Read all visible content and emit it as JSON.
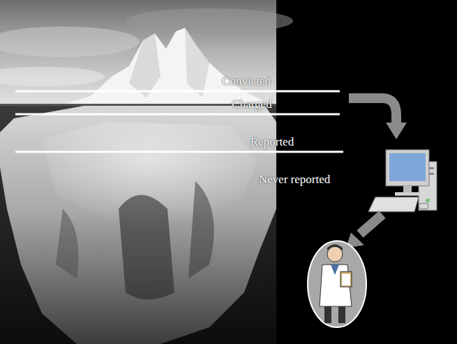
{
  "diagram": {
    "labels": [
      "Convicted",
      "Charged",
      "Reported",
      "Never reported"
    ]
  }
}
